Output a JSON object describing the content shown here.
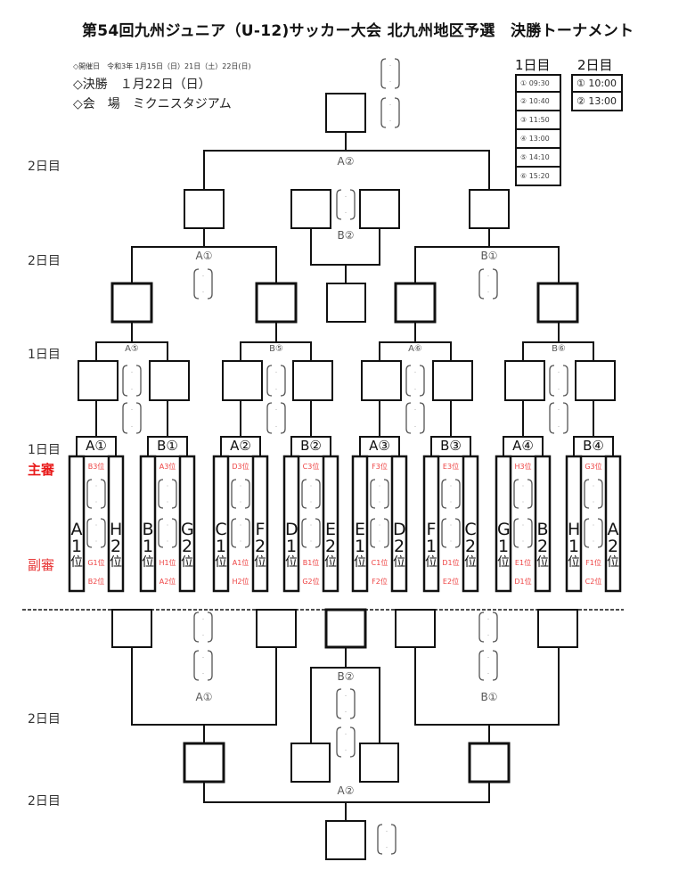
{
  "title": "第54回九州ジュニア（U-12)サッカー大会 北九州地区予選　決勝トーナメント",
  "info": {
    "dates": "◇開催日　令和3年 1月15日（日）21日（土）22日(日)",
    "final": "◇決勝　１月22日（日）",
    "venue": "◇会　場　ミクニスタジアム"
  },
  "day_labels": {
    "top_round1": "2日目",
    "top_round2": "2日目",
    "top_round3": "1日目",
    "top_round4": "1日目",
    "bottom_round1": "2日目",
    "bottom_round2": "2日目"
  },
  "referees": {
    "main": "主審",
    "sub": "副審"
  },
  "schedule": {
    "day1": {
      "title": "1日目",
      "slots": [
        "① 09:30",
        "② 10:40",
        "③ 11:50",
        "④ 13:00",
        "⑤ 14:10",
        "⑥ 15:20"
      ]
    },
    "day2": {
      "title": "2日目",
      "slots": [
        "① 10:00",
        "② 13:00"
      ]
    }
  },
  "top_bracket": {
    "final_match": "A②",
    "semi_left": "A①",
    "semi_center": "B②",
    "semi_right": "B①",
    "qf": [
      "A⑤",
      "B⑤",
      "A⑥",
      "B⑥"
    ],
    "first_round": [
      {
        "match": "A①",
        "team_left": [
          "A",
          "1",
          "位"
        ],
        "team_right": [
          "H",
          "2",
          "位"
        ],
        "ref_main": "B3位",
        "ref_sub1": "G1位",
        "ref_sub2": "B2位"
      },
      {
        "match": "B①",
        "team_left": [
          "B",
          "1",
          "位"
        ],
        "team_right": [
          "G",
          "2",
          "位"
        ],
        "ref_main": "A3位",
        "ref_sub1": "H1位",
        "ref_sub2": "A2位"
      },
      {
        "match": "A②",
        "team_left": [
          "C",
          "1",
          "位"
        ],
        "team_right": [
          "F",
          "2",
          "位"
        ],
        "ref_main": "D3位",
        "ref_sub1": "A1位",
        "ref_sub2": "H2位"
      },
      {
        "match": "B②",
        "team_left": [
          "D",
          "1",
          "位"
        ],
        "team_right": [
          "E",
          "2",
          "位"
        ],
        "ref_main": "C3位",
        "ref_sub1": "B1位",
        "ref_sub2": "G2位"
      },
      {
        "match": "A③",
        "team_left": [
          "E",
          "1",
          "位"
        ],
        "team_right": [
          "D",
          "2",
          "位"
        ],
        "ref_main": "F3位",
        "ref_sub1": "C1位",
        "ref_sub2": "F2位"
      },
      {
        "match": "B③",
        "team_left": [
          "F",
          "1",
          "位"
        ],
        "team_right": [
          "C",
          "2",
          "位"
        ],
        "ref_main": "E3位",
        "ref_sub1": "D1位",
        "ref_sub2": "E2位"
      },
      {
        "match": "A④",
        "team_left": [
          "G",
          "1",
          "位"
        ],
        "team_right": [
          "B",
          "2",
          "位"
        ],
        "ref_main": "H3位",
        "ref_sub1": "E1位",
        "ref_sub2": "D1位"
      },
      {
        "match": "B④",
        "team_left": [
          "H",
          "1",
          "位"
        ],
        "team_right": [
          "A",
          "2",
          "位"
        ],
        "ref_main": "G3位",
        "ref_sub1": "F1位",
        "ref_sub2": "C2位"
      }
    ]
  },
  "bottom_bracket": {
    "left_match": "A①",
    "center_match": "B②",
    "right_match": "B①",
    "final_match": "A②"
  },
  "score_placeholder": "・"
}
